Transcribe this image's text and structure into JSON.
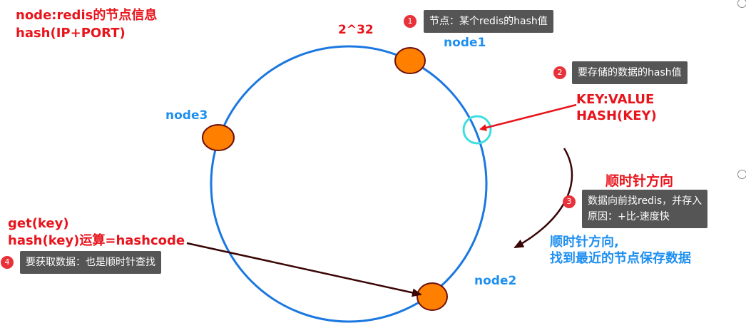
{
  "header": {
    "line1": "node:redis的节点信息",
    "line2": "hash(IP+PORT)"
  },
  "ring": {
    "top_label": "2^32"
  },
  "nodes": {
    "node1": "node1",
    "node2": "node2",
    "node3": "node3"
  },
  "key_value": {
    "line1": "KEY:VALUE",
    "line2": "HASH(KEY)"
  },
  "direction": {
    "title": "顺时针方向",
    "desc_line1": "顺时针方向,",
    "desc_line2": "找到最近的节点保存数据"
  },
  "get_key": {
    "line1": "get(key)",
    "line2": "hash(key)运算=hashcode"
  },
  "tips": [
    {
      "num": "1",
      "lines": [
        "节点：某个redis的hash值"
      ]
    },
    {
      "num": "2",
      "lines": [
        "要存储的数据的hash值"
      ]
    },
    {
      "num": "3",
      "lines": [
        "数据向前找redis，并存入",
        "原因：+比-速度快"
      ]
    },
    {
      "num": "4",
      "lines": [
        "要获取数据：也是顺时针查找"
      ]
    }
  ],
  "colors": {
    "ring": "#1a78e0",
    "node_fill": "#ff7f00",
    "node_border": "#6b1010",
    "highlight_ring": "#3fdede",
    "red": "#e8141c",
    "blue": "#1e8ff0",
    "tooltip_bg": "#555555",
    "arrow_dark": "#3a0505"
  }
}
